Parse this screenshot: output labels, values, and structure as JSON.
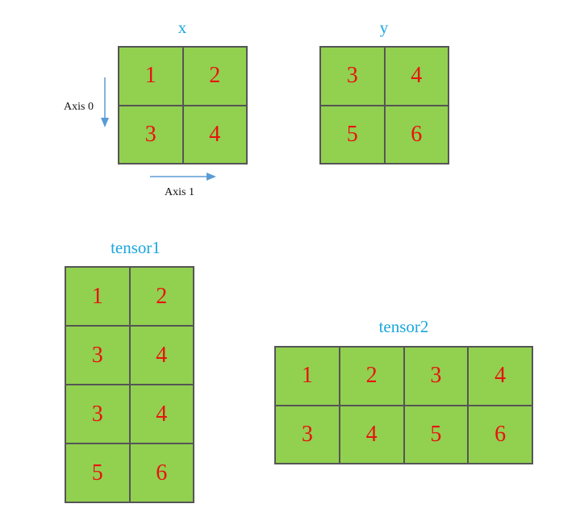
{
  "colors": {
    "title": "#1aa6de",
    "cell_fill": "#92d050",
    "cell_text": "#e8130f",
    "border": "#555555",
    "arrow": "#5b9bd5"
  },
  "x": {
    "title": "x",
    "cells": [
      "1",
      "2",
      "3",
      "4"
    ],
    "axis0_label": "Axis 0",
    "axis1_label": "Axis 1"
  },
  "y": {
    "title": "y",
    "cells": [
      "3",
      "4",
      "5",
      "6"
    ]
  },
  "tensor1": {
    "title": "tensor1",
    "cells": [
      "1",
      "2",
      "3",
      "4",
      "3",
      "4",
      "5",
      "6"
    ]
  },
  "tensor2": {
    "title": "tensor2",
    "cells": [
      "1",
      "2",
      "3",
      "4",
      "3",
      "4",
      "5",
      "6"
    ]
  }
}
